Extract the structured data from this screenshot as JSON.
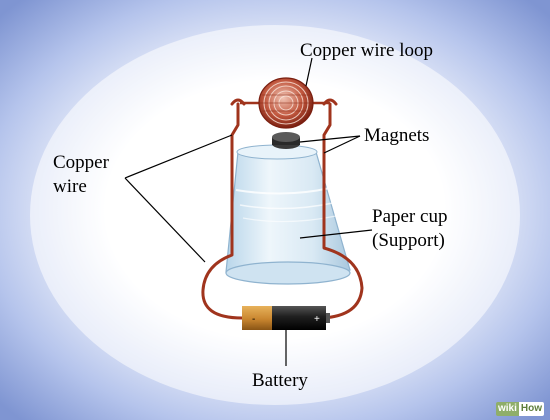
{
  "labels": {
    "copper_wire_loop": "Copper wire loop",
    "magnets": "Magnets",
    "copper_wire_line1": "Copper",
    "copper_wire_line2": "wire",
    "paper_cup_line1": "Paper cup",
    "paper_cup_line2": "(Support)",
    "battery": "Battery"
  },
  "watermark": {
    "part1": "wiki",
    "part2": "How"
  },
  "colors": {
    "background_center": "#ffffff",
    "background_edge": "#7f95d2",
    "copper": "#a0341d",
    "cup": "#d6e8f4",
    "battery_gold": "#c9862f",
    "battery_black": "#1f1f1f"
  }
}
